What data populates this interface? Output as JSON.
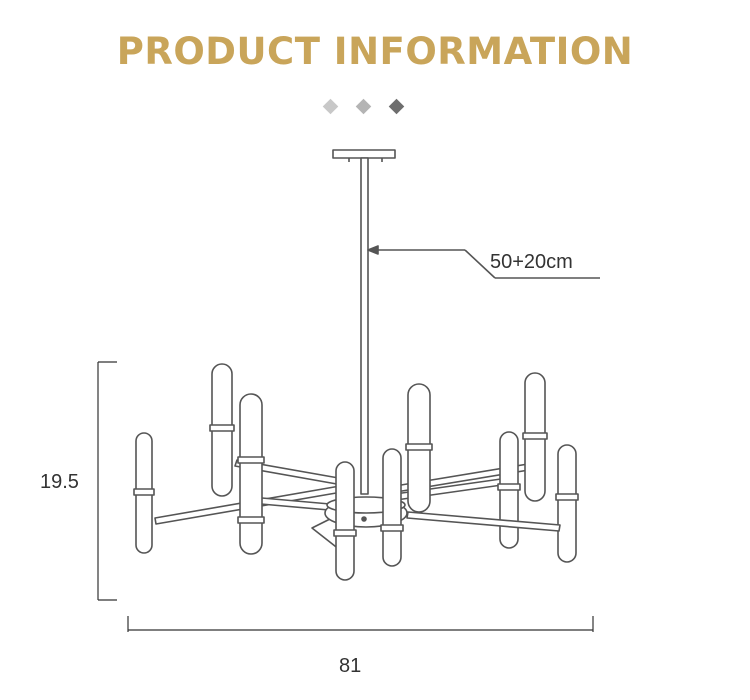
{
  "header": {
    "title": "PRODUCT INFORMATION",
    "title_color": "#c9a55a",
    "diamond_colors": [
      "#c8c8c8",
      "#b4b4b4",
      "#6e6e6e"
    ]
  },
  "diagram": {
    "line_color": "#555555",
    "rod_length_label": "50+20cm",
    "height_label": "19.5",
    "width_label": "81"
  }
}
